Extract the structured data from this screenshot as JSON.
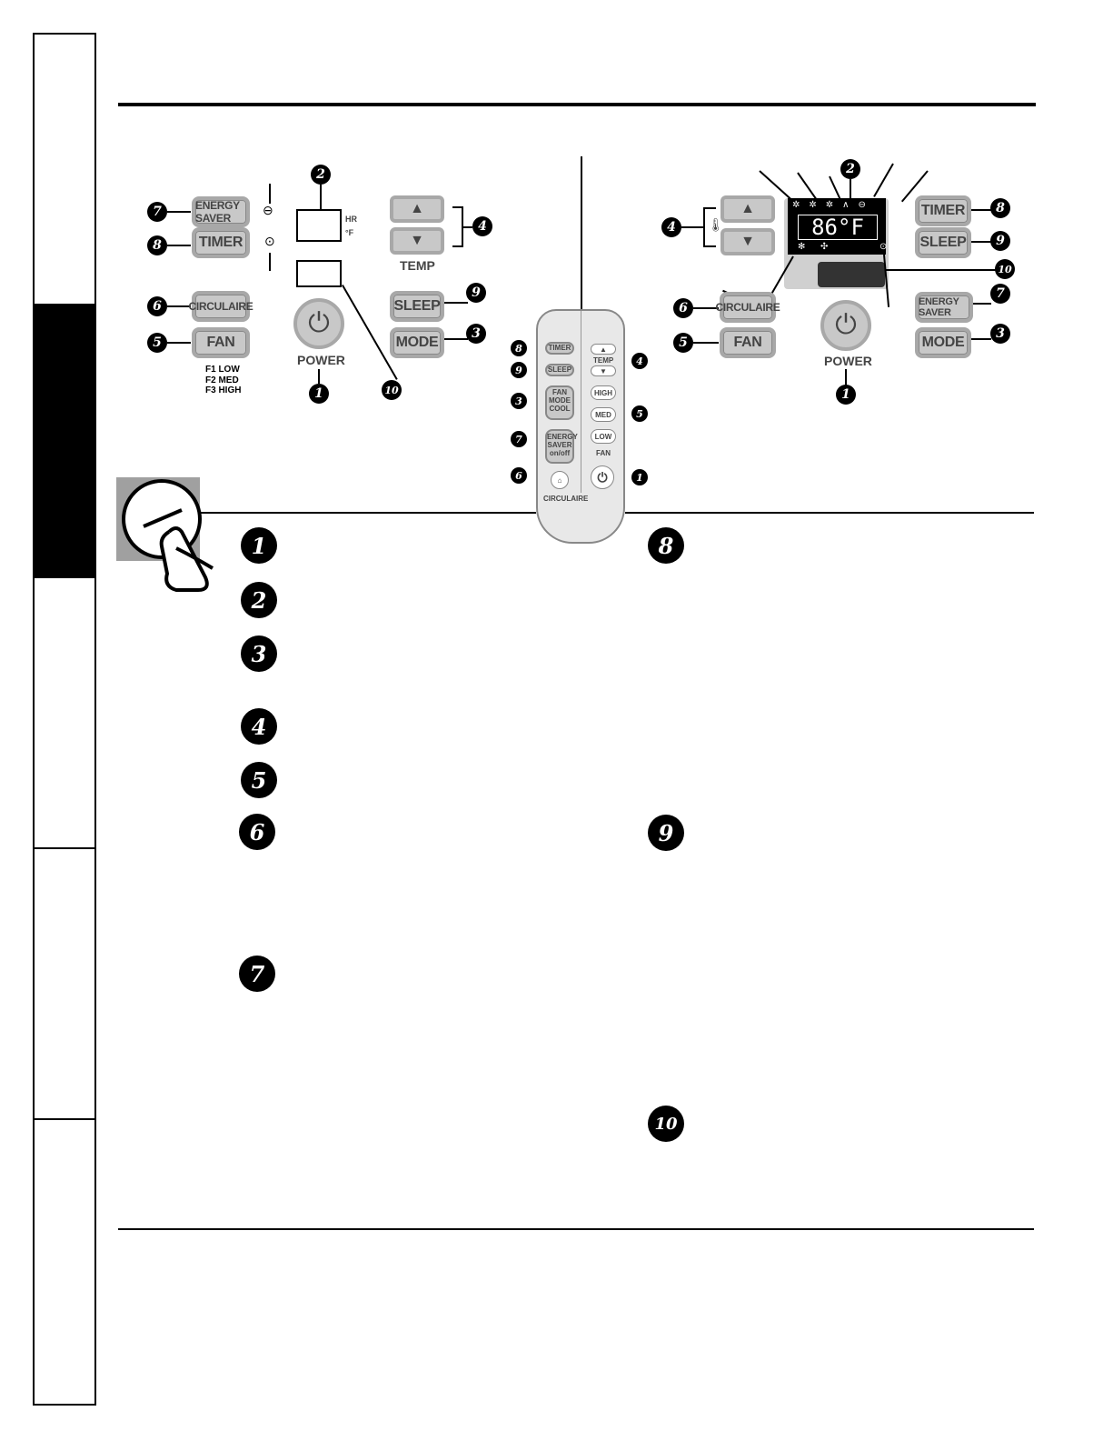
{
  "side_tabs": {
    "active_index": 1,
    "count": 5
  },
  "left_panel": {
    "energy_saver": "ENERGY SAVER",
    "timer": "TIMER",
    "circulaire": "CIRCULAIRE",
    "fan": "FAN",
    "sleep": "SLEEP",
    "mode": "MODE",
    "temp": "TEMP",
    "power": "POWER",
    "hr": "HR",
    "f": "°F",
    "fan_speeds": [
      "F1 LOW",
      "F2 MED",
      "F3 HIGH"
    ]
  },
  "remote": {
    "timer": "TIMER",
    "sleep": "SLEEP",
    "temp": "TEMP",
    "fan": "FAN",
    "mode": "MODE",
    "cool": "COOL",
    "energy": "ENERGY",
    "saver": "SAVER",
    "onoff": "on/off",
    "high": "HIGH",
    "med": "MED",
    "low": "LOW",
    "fan_label": "FAN",
    "circulaire": "CIRCULAIRE"
  },
  "right_panel": {
    "display": "86°F",
    "timer": "TIMER",
    "sleep": "SLEEP",
    "circulaire": "CIRCULAIRE",
    "fan": "FAN",
    "energy_saver": "ENERGY SAVER",
    "mode": "MODE",
    "power": "POWER"
  },
  "callouts": [
    "1",
    "2",
    "3",
    "4",
    "5",
    "6",
    "7",
    "8",
    "9",
    "10"
  ]
}
